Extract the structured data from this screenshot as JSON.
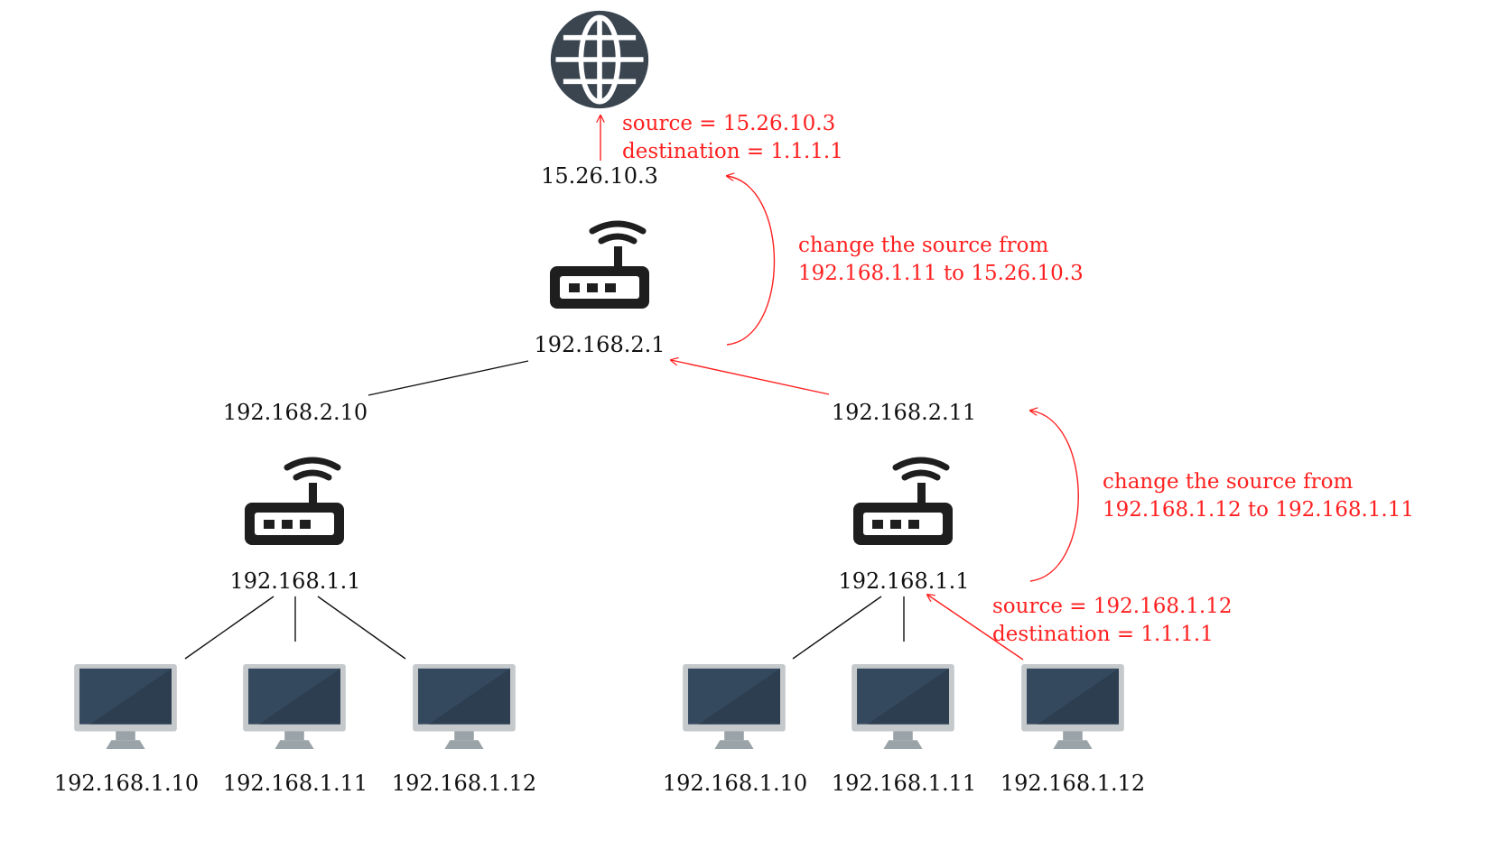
{
  "colors": {
    "annotation": "#ff2020",
    "device_dark": "#1e1e1e",
    "globe": "#3a4550",
    "monitor_frame": "#c5c9cc",
    "monitor_screen": "#34495e",
    "monitor_stand": "#9aa3a7",
    "link": "#111111"
  },
  "internet": {
    "icon": "globe-icon",
    "address": "15.26.10.3"
  },
  "core_router": {
    "icon": "wifi-router-icon",
    "address": "192.168.2.1"
  },
  "subnets": {
    "left": {
      "uplink_address": "192.168.2.10",
      "router_address": "192.168.1.1",
      "hosts": [
        "192.168.1.10",
        "192.168.1.11",
        "192.168.1.12"
      ]
    },
    "right": {
      "uplink_address": "192.168.2.11",
      "router_address": "192.168.1.1",
      "hosts": [
        "192.168.1.10",
        "192.168.1.11",
        "192.168.1.12"
      ]
    }
  },
  "annotations": {
    "packet_out": {
      "line1": "source = 15.26.10.3",
      "line2": "destination = 1.1.1.1"
    },
    "nat_core": {
      "line1": "change the source from",
      "line2": "192.168.1.11 to 15.26.10.3"
    },
    "nat_edge": {
      "line1": "change the source from",
      "line2": "192.168.1.12 to 192.168.1.11"
    },
    "packet_in": {
      "line1": "source = 192.168.1.12",
      "line2": "destination = 1.1.1.1"
    }
  }
}
